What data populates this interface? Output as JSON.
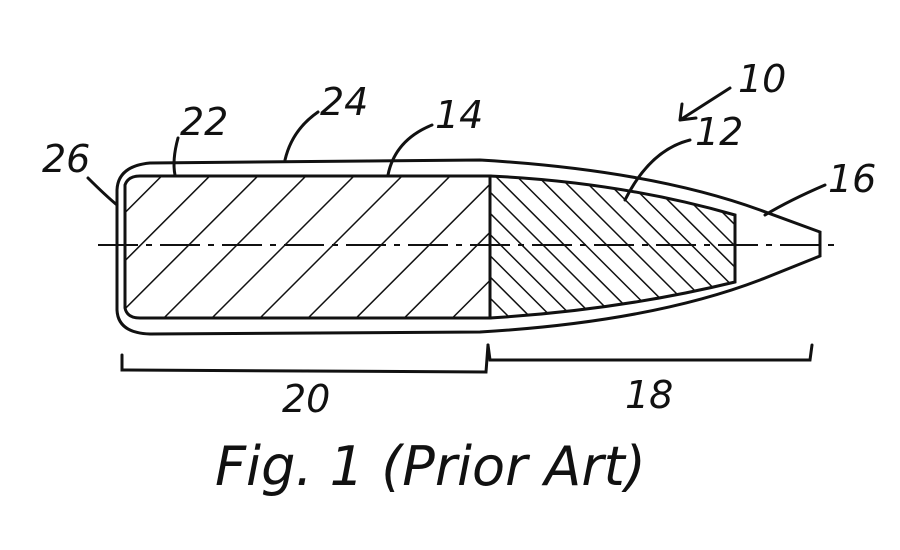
{
  "figure": {
    "caption": "Fig. 1 (Prior Art)",
    "labels": {
      "assembly": "10",
      "base": "26",
      "core_boundary": "22",
      "jacket": "24",
      "rear_core": "14",
      "front_core": "12",
      "tip": "16",
      "rear_section": "20",
      "front_section": "18"
    }
  }
}
